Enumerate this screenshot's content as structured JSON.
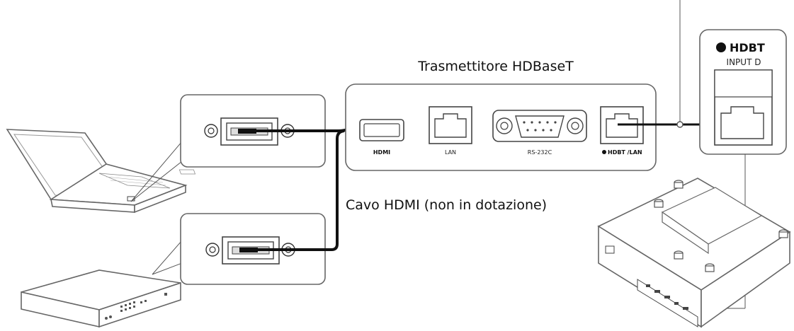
{
  "transmitter": {
    "title": "Trasmettitore HDBaseT",
    "ports": {
      "hdmi": "HDMI",
      "lan": "LAN",
      "rs232c": "RS-232C",
      "hdbt_lan": "HDBT /LAN"
    }
  },
  "cable_label": "Cavo HDMI (non in dotazione)",
  "projector_panel": {
    "logo": "HDBT",
    "input_label": "INPUT D"
  },
  "colors": {
    "line": "#333333",
    "cable": "#111111",
    "box_stroke": "#666666"
  }
}
